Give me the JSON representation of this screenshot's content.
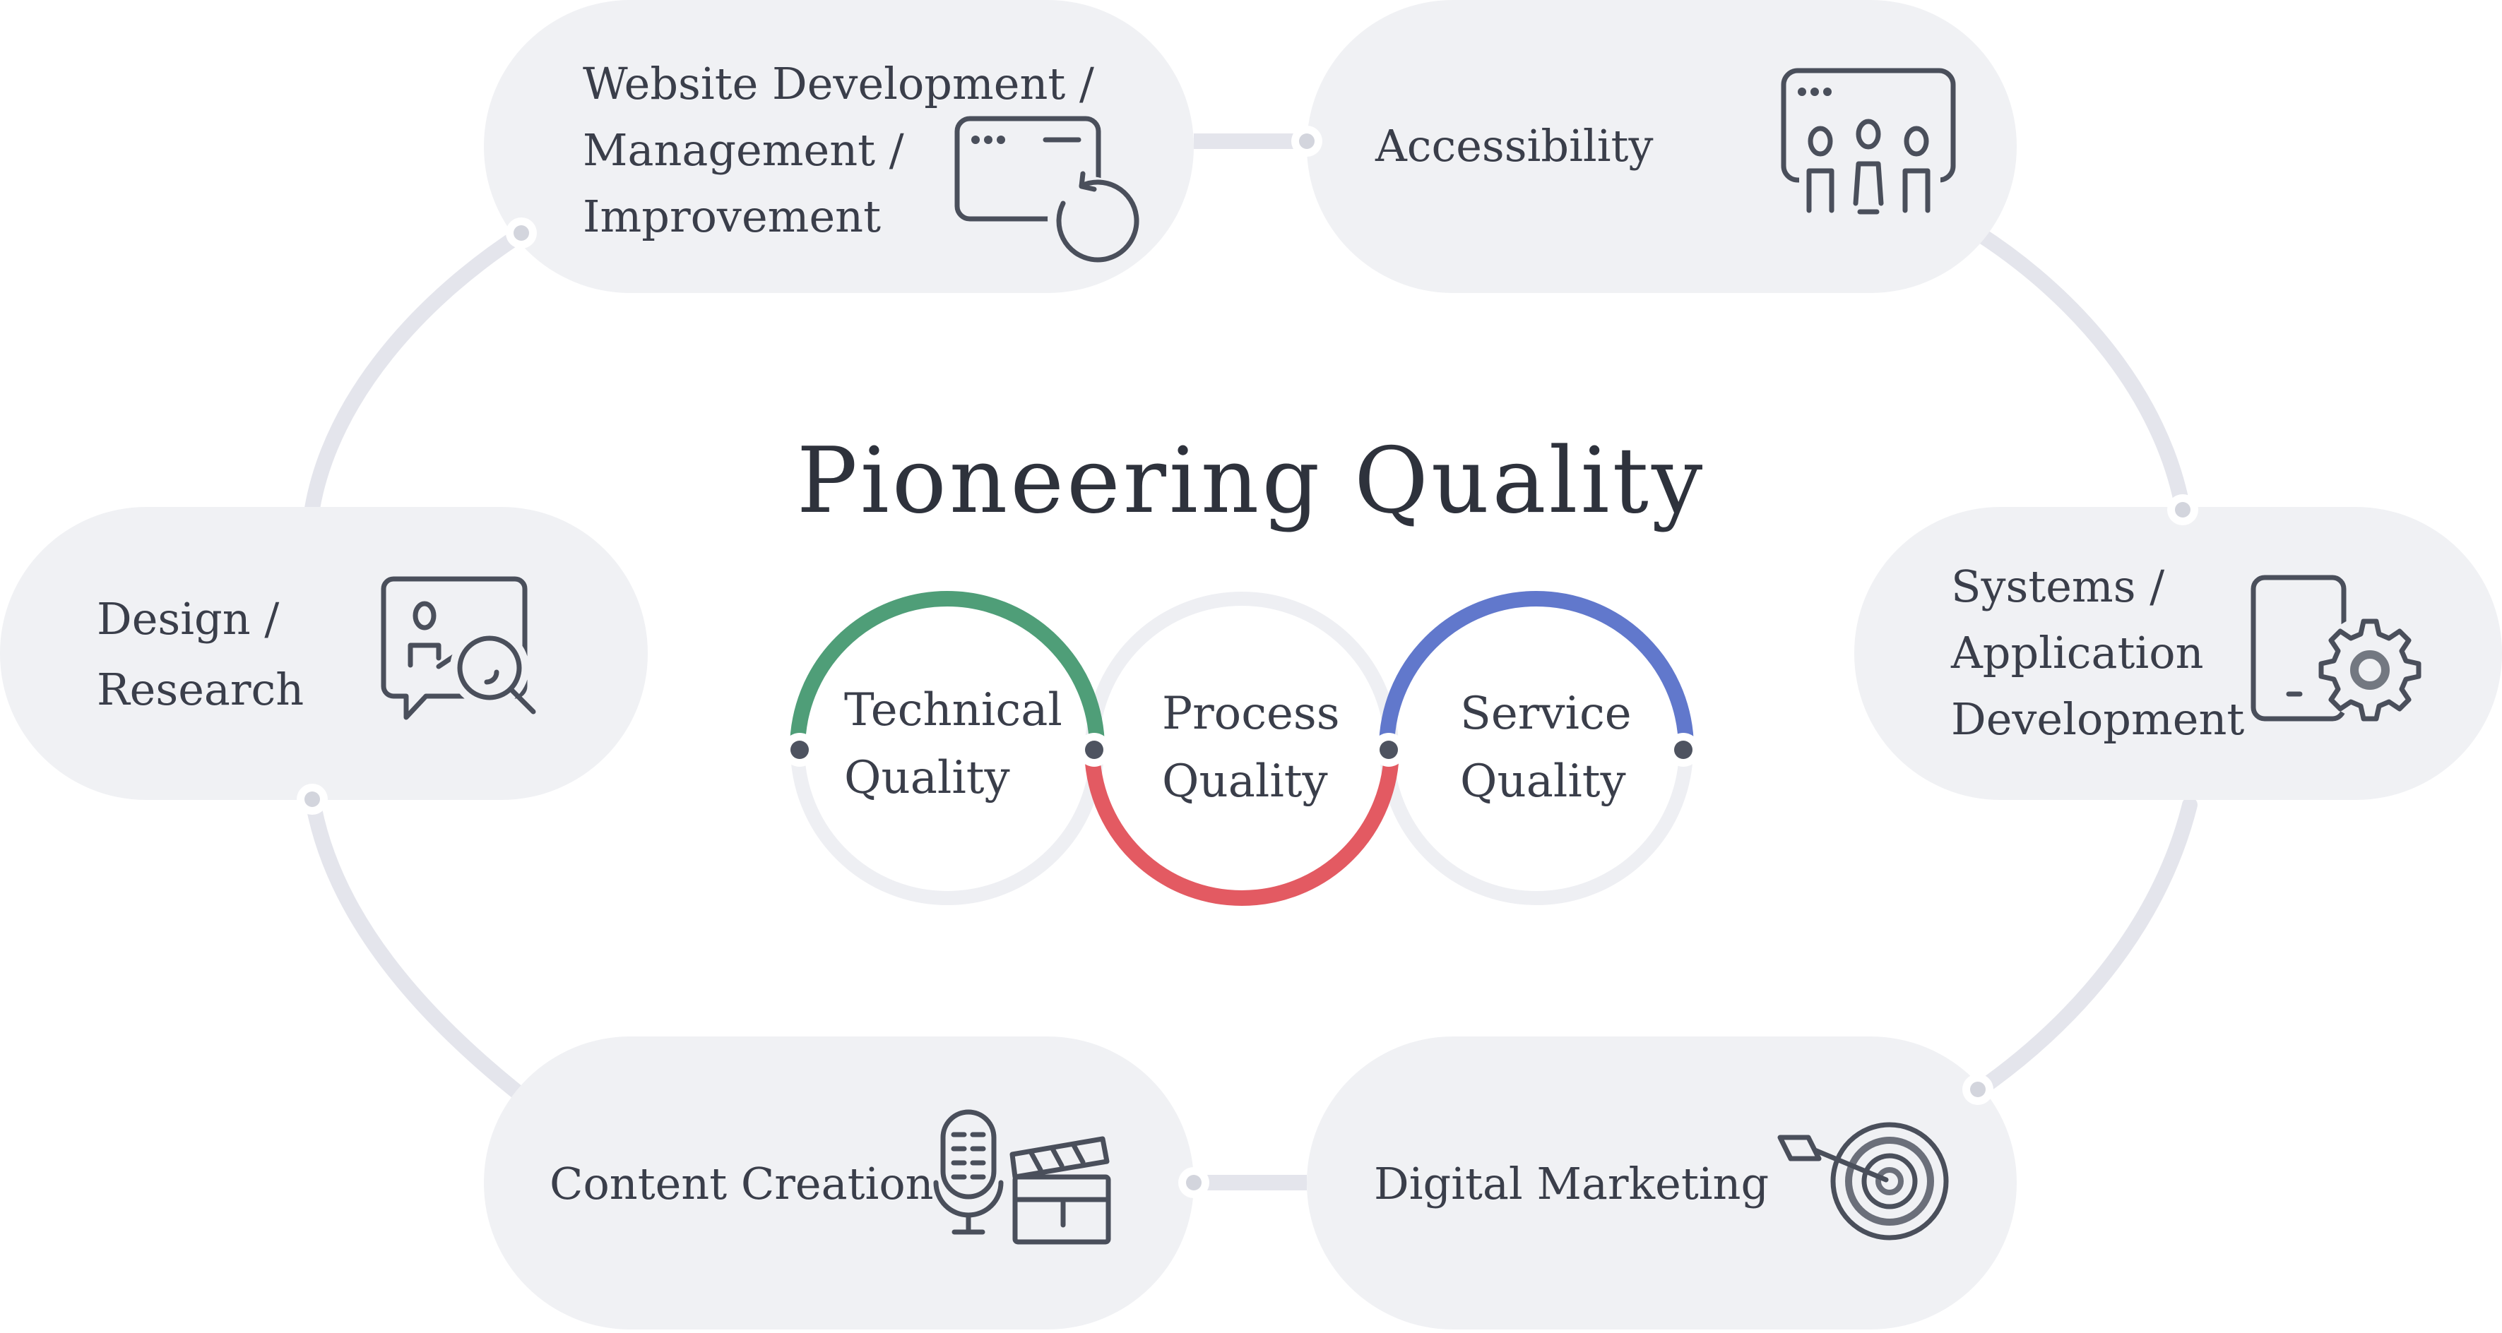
{
  "title": "Pioneering Quality",
  "colors": {
    "pill": "#f0f1f4",
    "ring_track": "#e4e5ec",
    "ring_inactive": "#eeeff3",
    "technical": "#4f9e78",
    "process": "#e35a62",
    "service": "#6178cc",
    "dot": "#4e5360",
    "icon": "#4a4f5b"
  },
  "services": [
    {
      "id": "website",
      "lines": [
        "Website Development /",
        "Management /",
        "Improvement"
      ],
      "icon": "browser-refresh-icon"
    },
    {
      "id": "accessibility",
      "lines": [
        "Accessibility"
      ],
      "icon": "people-board-icon"
    },
    {
      "id": "systems",
      "lines": [
        "Systems /",
        "Application",
        "Development"
      ],
      "icon": "tablet-gear-icon"
    },
    {
      "id": "marketing",
      "lines": [
        "Digital Marketing"
      ],
      "icon": "target-arrow-icon"
    },
    {
      "id": "content",
      "lines": [
        "Content Creation"
      ],
      "icon": "microphone-clapperboard-icon"
    },
    {
      "id": "design",
      "lines": [
        "Design /",
        "Research"
      ],
      "icon": "chat-magnifier-icon"
    }
  ],
  "qualities": [
    {
      "id": "technical",
      "lines": [
        "Technical",
        "Quality"
      ]
    },
    {
      "id": "process",
      "lines": [
        "Process",
        "Quality"
      ]
    },
    {
      "id": "service",
      "lines": [
        "Service",
        "Quality"
      ]
    }
  ]
}
